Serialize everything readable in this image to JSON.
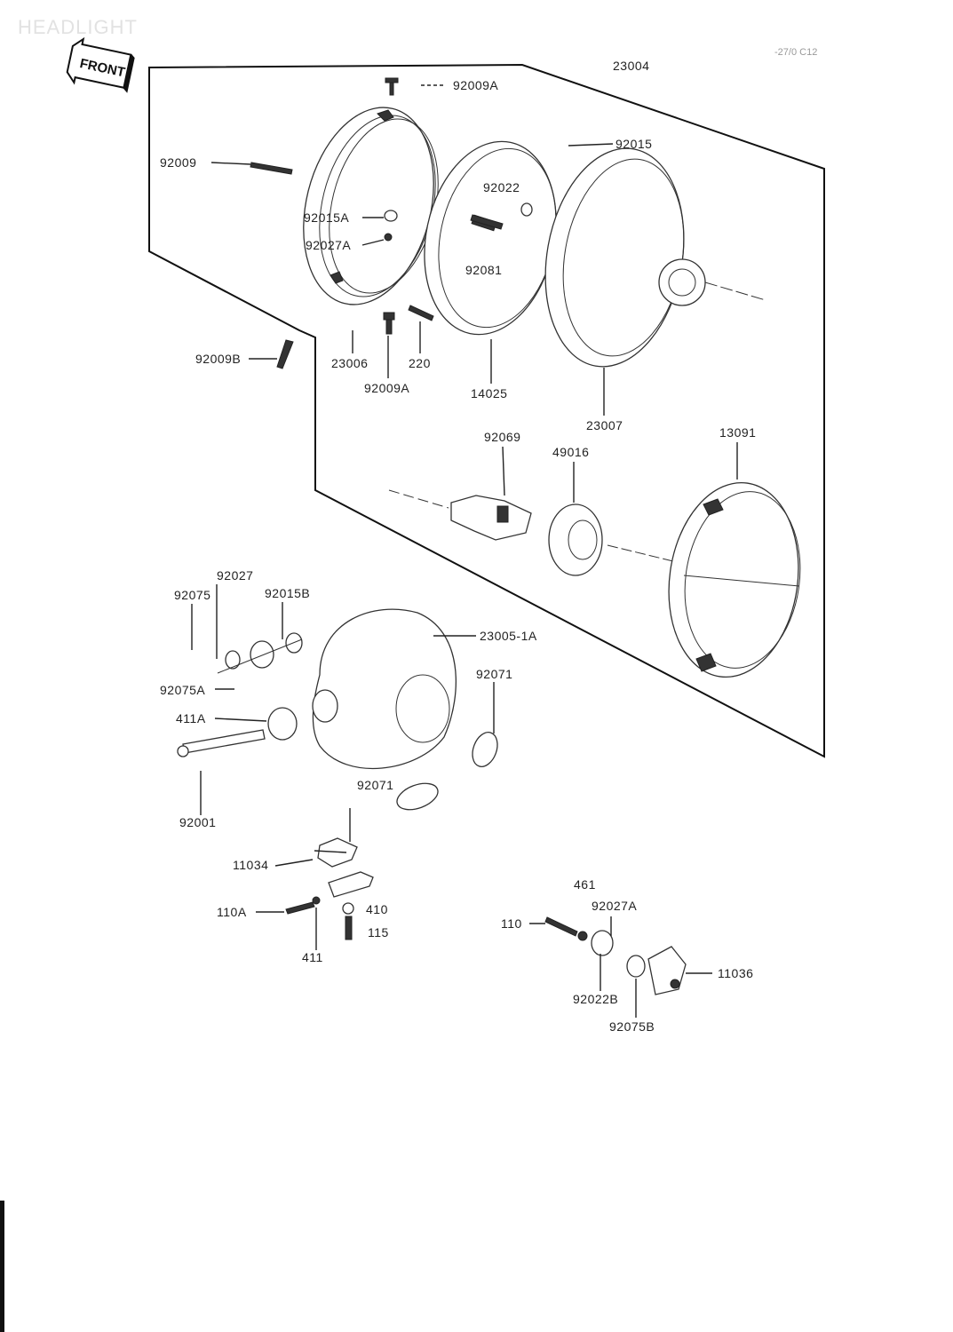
{
  "header": {
    "title": "HEADLIGHT",
    "ref_code": "-27/0 C12",
    "front_badge": "FRONT"
  },
  "labels": {
    "l23004": "23004",
    "l92009A_top": "92009A",
    "l92009": "92009",
    "l92015": "92015",
    "l92022": "92022",
    "l92015A": "92015A",
    "l92027A": "92027A",
    "l92081": "92081",
    "l92009B": "92009B",
    "l23006": "23006",
    "l220": "220",
    "l92009A_bottom": "92009A",
    "l14025": "14025",
    "l23007": "23007",
    "l92069": "92069",
    "l49016": "49016",
    "l13091": "13091",
    "l92027": "92027",
    "l92075": "92075",
    "l92015B": "92015B",
    "l23005_1A": "23005-1A",
    "l92075A": "92075A",
    "l92071_r": "92071",
    "l411A": "411A",
    "l92071_b": "92071",
    "l92001": "92001",
    "l11034": "11034",
    "l110A": "110A",
    "l410": "410",
    "l115": "115",
    "l411": "411",
    "l461": "461",
    "l92027A_b": "92027A",
    "l110": "110",
    "l11036": "11036",
    "l92022B": "92022B",
    "l92075B": "92075B"
  }
}
